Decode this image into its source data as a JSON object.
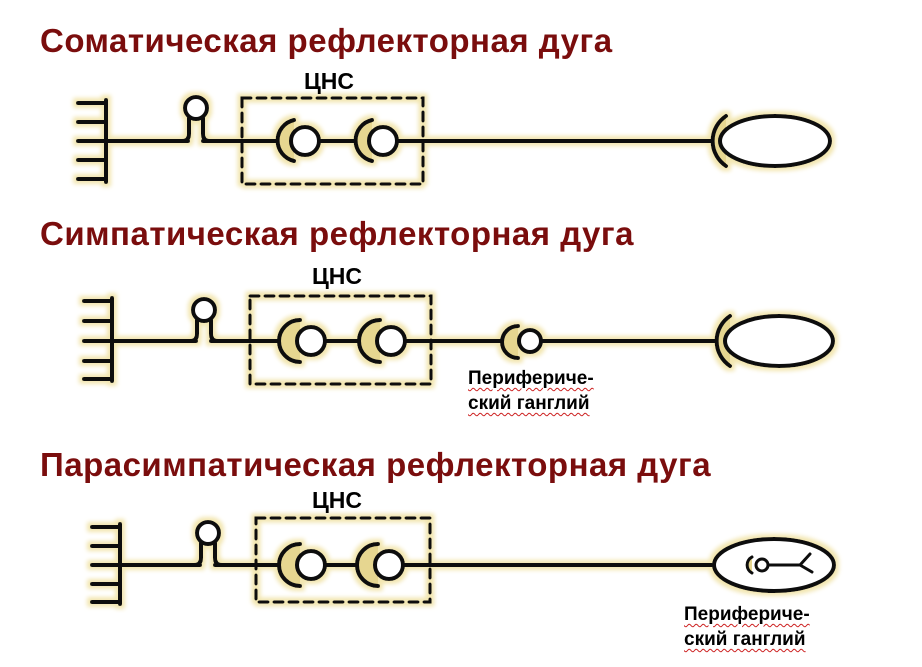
{
  "arcs": [
    {
      "title": "Соматическая рефлекторная дуга",
      "cns_label": "ЦНС"
    },
    {
      "title": "Симпатическая рефлекторная дуга",
      "cns_label": "ЦНС",
      "ganglion_label_line1": "Перифериче-",
      "ganglion_label_line2": "ский ганглий"
    },
    {
      "title": "Парасимпатическая рефлекторная дуга",
      "cns_label": "ЦНС",
      "ganglion_label_line1": "Перифериче-",
      "ganglion_label_line2": "ский ганглий"
    }
  ],
  "colors": {
    "title": "#7a0d0d",
    "stroke": "#111111",
    "glow": "#f2e6b0",
    "synapse": "#e6d690"
  }
}
